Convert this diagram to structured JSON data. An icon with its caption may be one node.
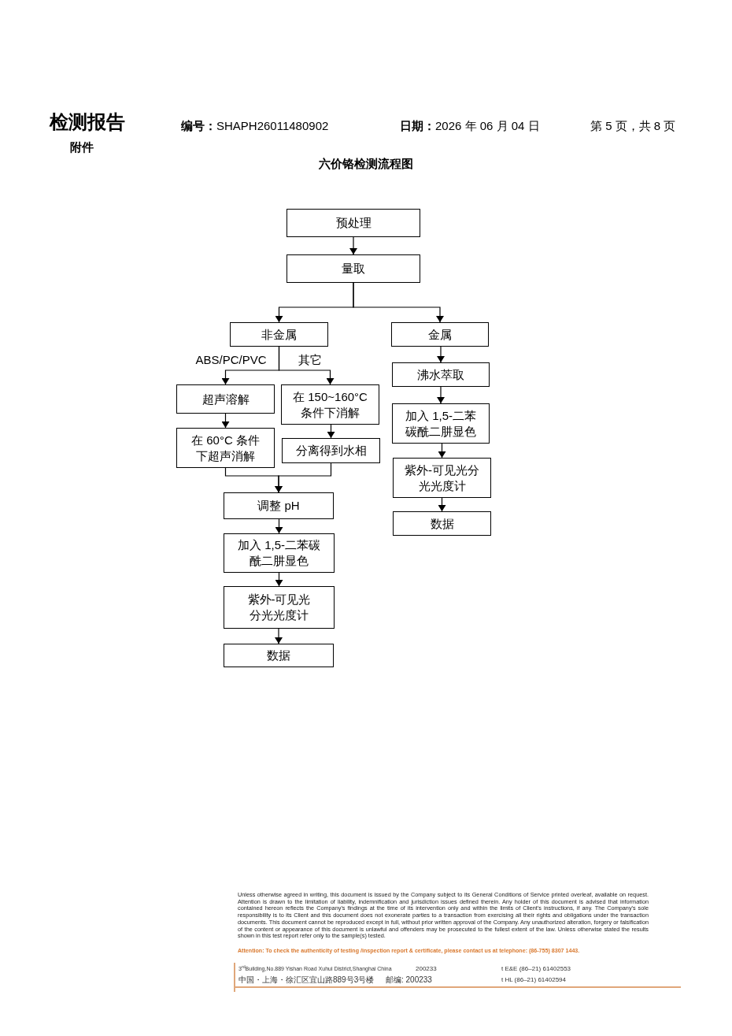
{
  "diagram": {
    "title": "六价铬检测流程图",
    "nodes": [
      {
        "text": [
          "预处理"
        ]
      },
      {
        "text": [
          "量取"
        ]
      },
      {
        "text": [
          "非金属"
        ]
      },
      {
        "text": [
          "金属"
        ]
      },
      {
        "text": [
          "超声溶解"
        ]
      },
      {
        "text": [
          "在 150~160°C条件下消解"
        ]
      },
      {
        "text": [
          "在 60°C 条件下超声消解"
        ]
      },
      {
        "text": [
          "分离得到水相"
        ]
      },
      {
        "text": [
          "调整 pH"
        ]
      },
      {
        "text": [
          "加入 1,5-二苯碳酰二肼显色"
        ]
      },
      {
        "text": [
          "紫外-可见光分光光度计"
        ]
      },
      {
        "text": [
          "数据"
        ]
      },
      {
        "text": [
          "沸水萃取"
        ]
      },
      {
        "text": [
          "加入 1,5-二苯碳酰二肼显色"
        ]
      },
      {
        "text": [
          "紫外-可见光分光光度计"
        ]
      },
      {
        "text": [
          "数据"
        ]
      }
    ],
    "edges": [
      {
        "from": 0,
        "to": 1,
        "arrow": "to"
      },
      {
        "from": 1,
        "to": 2,
        "arrow": "to"
      },
      {
        "from": 1,
        "to": 3,
        "arrow": "to"
      },
      {
        "from": 2,
        "to": 4,
        "arrow": "to",
        "label": "ABS/PC/PVC"
      },
      {
        "from": 2,
        "to": 5,
        "arrow": "to",
        "label": "其它"
      },
      {
        "from": 4,
        "to": 6,
        "arrow": "to"
      },
      {
        "from": 5,
        "to": 7,
        "arrow": "to"
      },
      {
        "from": 6,
        "to": 8,
        "arrow": "to"
      },
      {
        "from": 7,
        "to": 8,
        "arrow": "to"
      },
      {
        "from": 8,
        "to": 9,
        "arrow": "to"
      },
      {
        "from": 9,
        "to": 10,
        "arrow": "to"
      },
      {
        "from": 10,
        "to": 11,
        "arrow": "to"
      },
      {
        "from": 3,
        "to": 12,
        "arrow": "to"
      },
      {
        "from": 12,
        "to": 13,
        "arrow": "to"
      },
      {
        "from": 13,
        "to": 14,
        "arrow": "to"
      },
      {
        "from": 14,
        "to": 15,
        "arrow": "to"
      }
    ],
    "labels": [
      "检测报告",
      "**编号：**SHAPH26011480902",
      "**日期：**2026 年 06 月 04 日",
      "第 5 页，共 8 页",
      "附件",
      "Unless otherwise agreed in writing, this document is issued by the Company subject to its General Conditions of Service printed overleaf, available on request. Attention is drawn to the limitation of liability, indemnification and jurisdiction issues defined therein. Any holder of this document is advised that information contained hereon reflects the Company's findings at the time of its intervention only and within the limits of Client's instructions, if any. The Company's sole responsibility is to its Client and this document does not exonerate parties to a transaction from exercising all their rights and obligations under the transaction documents. This document cannot be reproduced except in full, without prior written approval of the Company. Any unauthorized alteration, forgery or falsification of the content or appearance of this document is unlawful and offenders may be prosecuted to the fullest extent of the law. Unless otherwise stated the results shown in this test report refer only to the sample(s) tested.",
      "Attention: To check the authenticity of testing /inspection report & certificate, please contact us at telephone: (86-755) 8307 1443.",
      "3$^{rd}$Building,No.889 Yishan Road Xuhui District,Shanghai China",
      "200233",
      "中国・上海・徐汇区宜山路889号3号楼",
      "邮编: 200233",
      "t E&E (86–21) 61402553",
      "t HL (86–21) 61402594"
    ]
  }
}
